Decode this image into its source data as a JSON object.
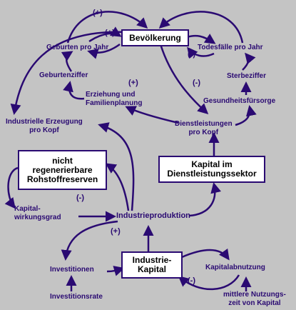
{
  "colors": {
    "background": "#c4c4c4",
    "ink": "#2a0a72",
    "box_fill": "#ffffff"
  },
  "boxes": {
    "population": "Bevölkerung",
    "nonrenewable_resources": "nicht\nregenerierbare\nRohstoffreserven",
    "service_capital": "Kapital im\nDienstleistungssektor",
    "industrial_capital": "Industrie-\nKapital"
  },
  "labels": {
    "births_per_year": "Geburten pro Jahr",
    "deaths_per_year": "Todesfälle pro Jahr",
    "birth_rate": "Geburtenziffer",
    "death_rate": "Sterbeziffer",
    "education_family_planning": "Erziehung und\nFamilienplanung",
    "health_care": "Gesundheitsfürsorge",
    "industrial_output_per_capita": "Industrielle Erzeugung\npro Kopf",
    "services_per_capita": "Dienstleistungen\npro Kopf",
    "capital_efficiency": "Kapital-\nwirkungsgrad",
    "industrial_output": "Industrieproduktion",
    "investment": "Investitionen",
    "investment_rate": "Investitionsrate",
    "depreciation": "Kapitalabnutzung",
    "average_lifetime": "mittlere Nutzungs-\nzeit von Kapital"
  },
  "signs": {
    "births_outer": "(+)",
    "births_inner": "(+)",
    "deaths": "(-)",
    "health": "(-)",
    "education": "(+)",
    "capital_efficiency": "(-)",
    "investment_loop": "(+)",
    "depreciation_loop": "(-)"
  }
}
